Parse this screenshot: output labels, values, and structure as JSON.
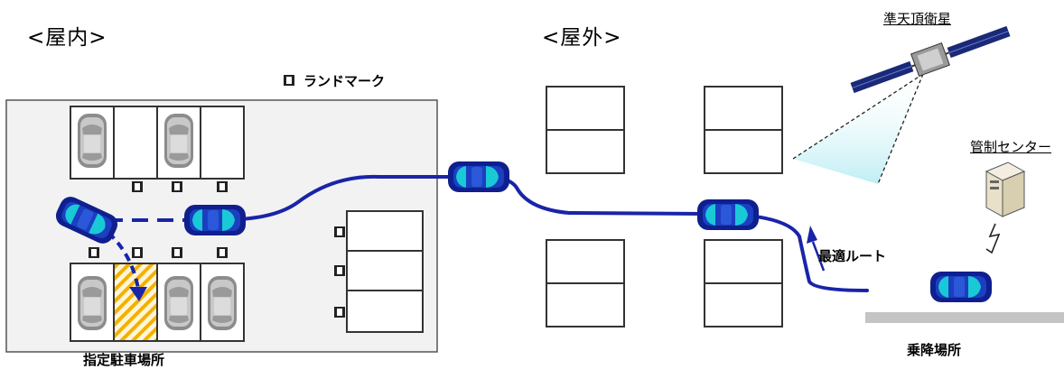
{
  "labels": {
    "indoor": "<屋内>",
    "outdoor": "<屋外>",
    "landmark": "ランドマーク",
    "satellite": "準天頂衛星",
    "control_center": "管制センター",
    "optimal_route": "最適ルート",
    "designated_spot": "指定駐車場所",
    "boarding_area": "乗降場所"
  },
  "colors": {
    "route": "#1a24a8",
    "car_body": "#0f1f8f",
    "car_glass": "#19c9d6",
    "parked_car": "#b3b3b3",
    "target_spot": "#f4b000",
    "satellite_beam": "#c9f1f6"
  }
}
